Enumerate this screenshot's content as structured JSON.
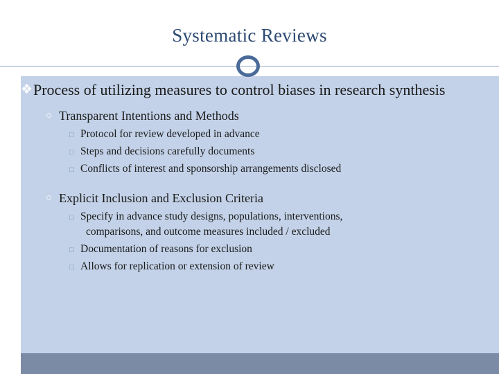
{
  "slide": {
    "title": "Systematic Reviews",
    "bullets": {
      "lvl1_glyph": "❖",
      "lvl2_glyph": "○",
      "lvl3_glyph": "□"
    },
    "colors": {
      "title_text": "#2c4a73",
      "body_background": "#c3d2e8",
      "bottom_bar": "#7b8ba6",
      "ring_outline": "#4a6a99",
      "rule": "#8fa4c0"
    },
    "content": [
      {
        "level": 1,
        "text": "Process of utilizing measures to control biases in research synthesis"
      },
      {
        "level": 2,
        "text": "Transparent Intentions and Methods"
      },
      {
        "level": 3,
        "text": "Protocol for review developed in advance"
      },
      {
        "level": 3,
        "text": "Steps and decisions carefully documents"
      },
      {
        "level": 3,
        "text": "Conflicts of interest and sponsorship arrangements disclosed"
      },
      {
        "level": 2,
        "text": "Explicit Inclusion and Exclusion Criteria"
      },
      {
        "level": 3,
        "text": "Specify in advance study designs, populations, interventions,",
        "continuation": "comparisons, and outcome measures included / excluded"
      },
      {
        "level": 3,
        "text": "Documentation of reasons for exclusion"
      },
      {
        "level": 3,
        "text": "Allows for replication or extension of review"
      }
    ]
  }
}
